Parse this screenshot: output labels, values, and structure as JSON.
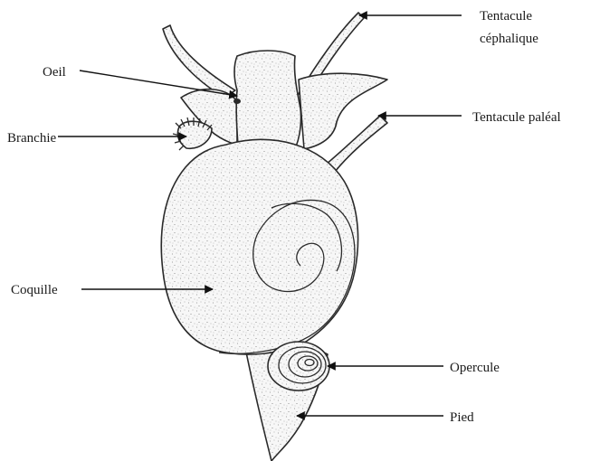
{
  "labels": {
    "tentacule_cephalique_line1": "Tentacule",
    "tentacule_cephalique_line2": "céphalique",
    "oeil": "Oeil",
    "branchie": "Branchie",
    "tentacule_paleal": "Tentacule paléal",
    "coquille": "Coquille",
    "opercule": "Opercule",
    "pied": "Pied"
  },
  "colors": {
    "ink": "#2a2a2a",
    "stipple": "#8a8a8a",
    "background": "#ffffff"
  }
}
